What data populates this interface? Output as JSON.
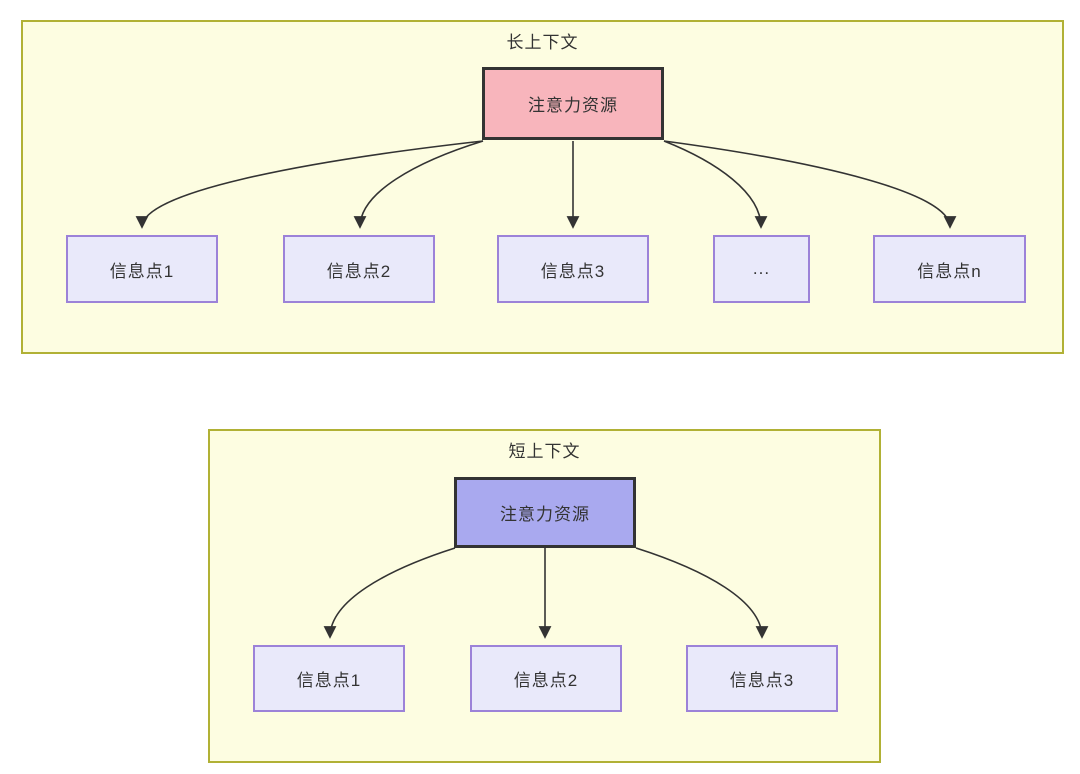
{
  "palette": {
    "panel_bg": "#fdfde1",
    "panel_border": "#b1b135",
    "attention_long_bg": "#f8b5bc",
    "attention_short_bg": "#a9a9ef",
    "attention_border": "#333333",
    "info_bg": "#e9e9fa",
    "info_border": "#9c82d8",
    "arrow_color": "#333333",
    "text_color": "#333333"
  },
  "long_context": {
    "title": "长上下文",
    "attention_label": "注意力资源",
    "info_points": [
      "信息点1",
      "信息点2",
      "信息点3",
      "...",
      "信息点n"
    ]
  },
  "short_context": {
    "title": "短上下文",
    "attention_label": "注意力资源",
    "info_points": [
      "信息点1",
      "信息点2",
      "信息点3"
    ]
  }
}
